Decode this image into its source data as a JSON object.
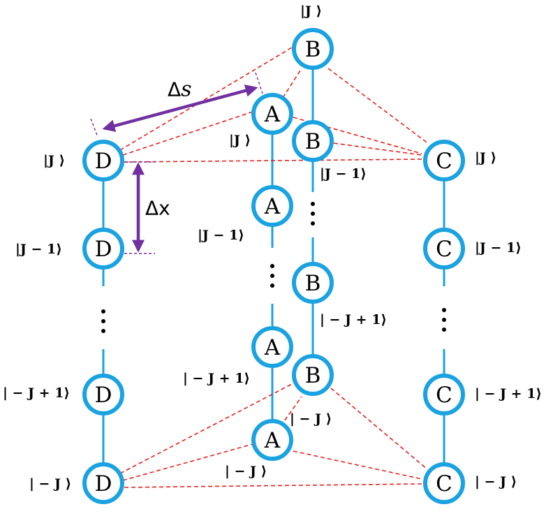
{
  "nodes": {
    "a_letter": "A",
    "b_letter": "B",
    "c_letter": "C",
    "d_letter": "D"
  },
  "state_labels": {
    "top": "|J ⟩",
    "second": "|J − 1⟩",
    "second_neg": "| − J + 1⟩",
    "bottom": "| − J ⟩"
  },
  "measures": {
    "delta_s_symbol": "Δ",
    "delta_s_var": "s",
    "delta_x": "Δx"
  },
  "colors": {
    "node_ring": "#1aa3e0",
    "chain_line": "#1aa3e0",
    "coupling_dash": "#e8201c",
    "measure_arrow": "#7030a0"
  }
}
